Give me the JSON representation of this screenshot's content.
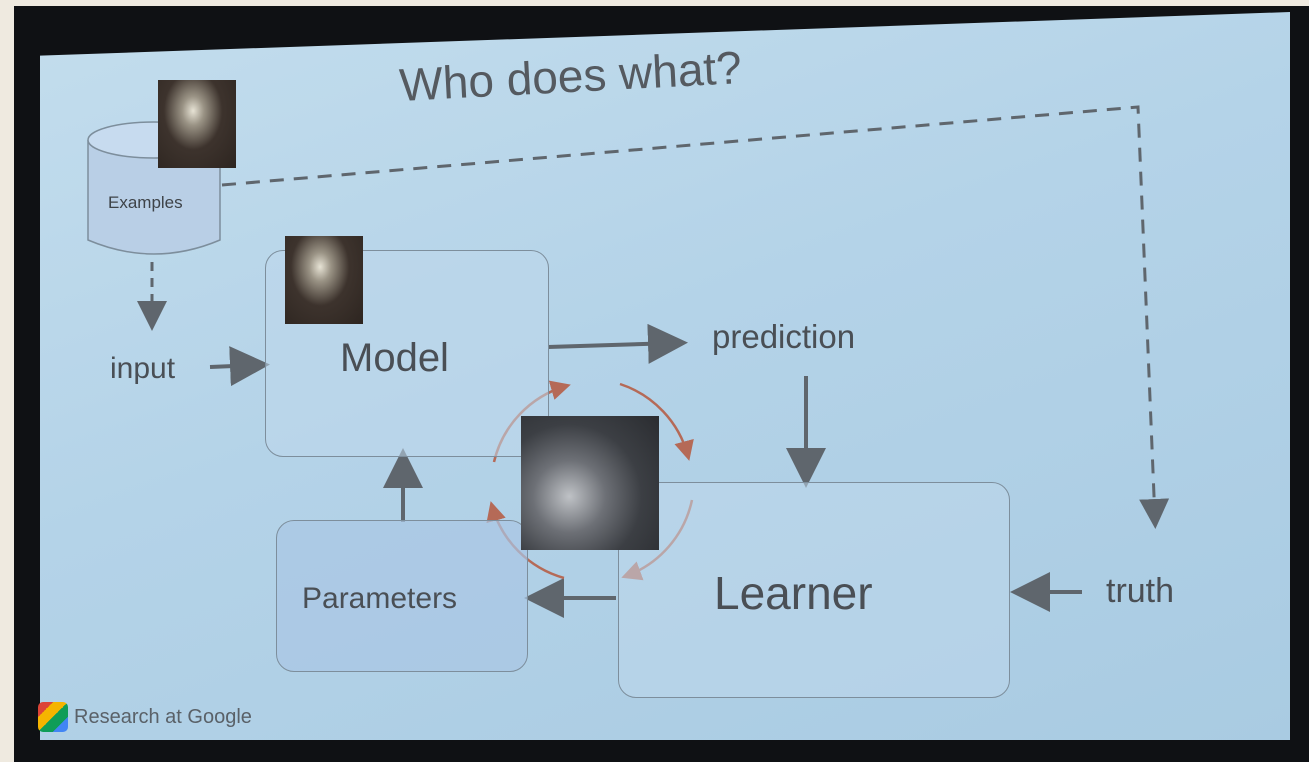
{
  "slide": {
    "title": "Who does what?",
    "examples_label": "Examples",
    "input_label": "input",
    "model_label": "Model",
    "prediction_label": "prediction",
    "parameters_label": "Parameters",
    "learner_label": "Learner",
    "truth_label": "truth",
    "footer": "Research at Google"
  },
  "colors": {
    "arrow": "#5f666d",
    "cycle_arrows": "#b56a57",
    "slide_bg": "#b4d3e8"
  },
  "icons": [
    "lightbulb-photo",
    "lightbulb-photo",
    "gears-photo",
    "google-research-logo"
  ]
}
